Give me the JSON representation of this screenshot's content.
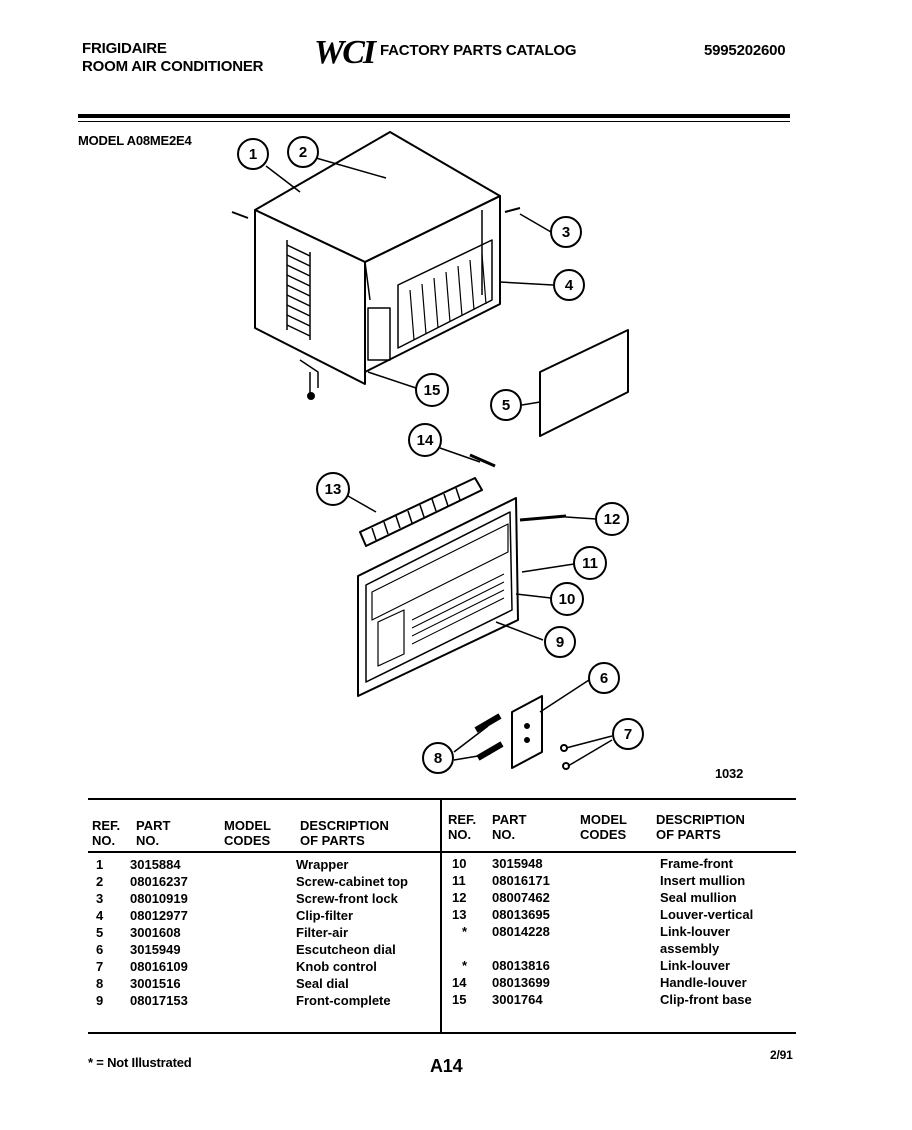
{
  "header": {
    "brand_line1": "FRIGIDAIRE",
    "brand_line2": "ROOM AIR CONDITIONER",
    "logo": "WCI",
    "catalog_title": "FACTORY PARTS CATALOG",
    "catalog_number": "5995202600"
  },
  "model_label": "MODEL A08ME2E4",
  "figure_number": "1032",
  "callouts": [
    "1",
    "2",
    "3",
    "4",
    "5",
    "6",
    "7",
    "8",
    "9",
    "10",
    "11",
    "12",
    "13",
    "14",
    "15"
  ],
  "table": {
    "headers": {
      "ref_no": [
        "REF.",
        "NO."
      ],
      "part_no": [
        "PART",
        "NO."
      ],
      "model_codes": [
        "MODEL",
        "CODES"
      ],
      "description": [
        "DESCRIPTION",
        "OF PARTS"
      ]
    },
    "left_rows": [
      {
        "ref": "1",
        "part": "3015884",
        "desc": "Wrapper"
      },
      {
        "ref": "2",
        "part": "08016237",
        "desc": "Screw-cabinet top"
      },
      {
        "ref": "3",
        "part": "08010919",
        "desc": "Screw-front lock"
      },
      {
        "ref": "4",
        "part": "08012977",
        "desc": "Clip-filter"
      },
      {
        "ref": "5",
        "part": "3001608",
        "desc": "Filter-air"
      },
      {
        "ref": "6",
        "part": "3015949",
        "desc": "Escutcheon dial"
      },
      {
        "ref": "7",
        "part": "08016109",
        "desc": "Knob control"
      },
      {
        "ref": "8",
        "part": "3001516",
        "desc": "Seal dial"
      },
      {
        "ref": "9",
        "part": "08017153",
        "desc": "Front-complete"
      }
    ],
    "right_rows": [
      {
        "ref": "10",
        "part": "3015948",
        "desc": "Frame-front"
      },
      {
        "ref": "11",
        "part": "08016171",
        "desc": "Insert mullion"
      },
      {
        "ref": "12",
        "part": "08007462",
        "desc": "Seal mullion"
      },
      {
        "ref": "13",
        "part": "08013695",
        "desc": "Louver-vertical"
      },
      {
        "ref": "*",
        "part": "08014228",
        "desc": "Link-louver"
      },
      {
        "ref": "",
        "part": "",
        "desc": "assembly"
      },
      {
        "ref": "*",
        "part": "08013816",
        "desc": "Link-louver"
      },
      {
        "ref": "14",
        "part": "08013699",
        "desc": "Handle-louver"
      },
      {
        "ref": "15",
        "part": "3001764",
        "desc": "Clip-front base"
      }
    ]
  },
  "footer": {
    "note": "* = Not Illustrated",
    "page": "A14",
    "date": "2/91"
  }
}
